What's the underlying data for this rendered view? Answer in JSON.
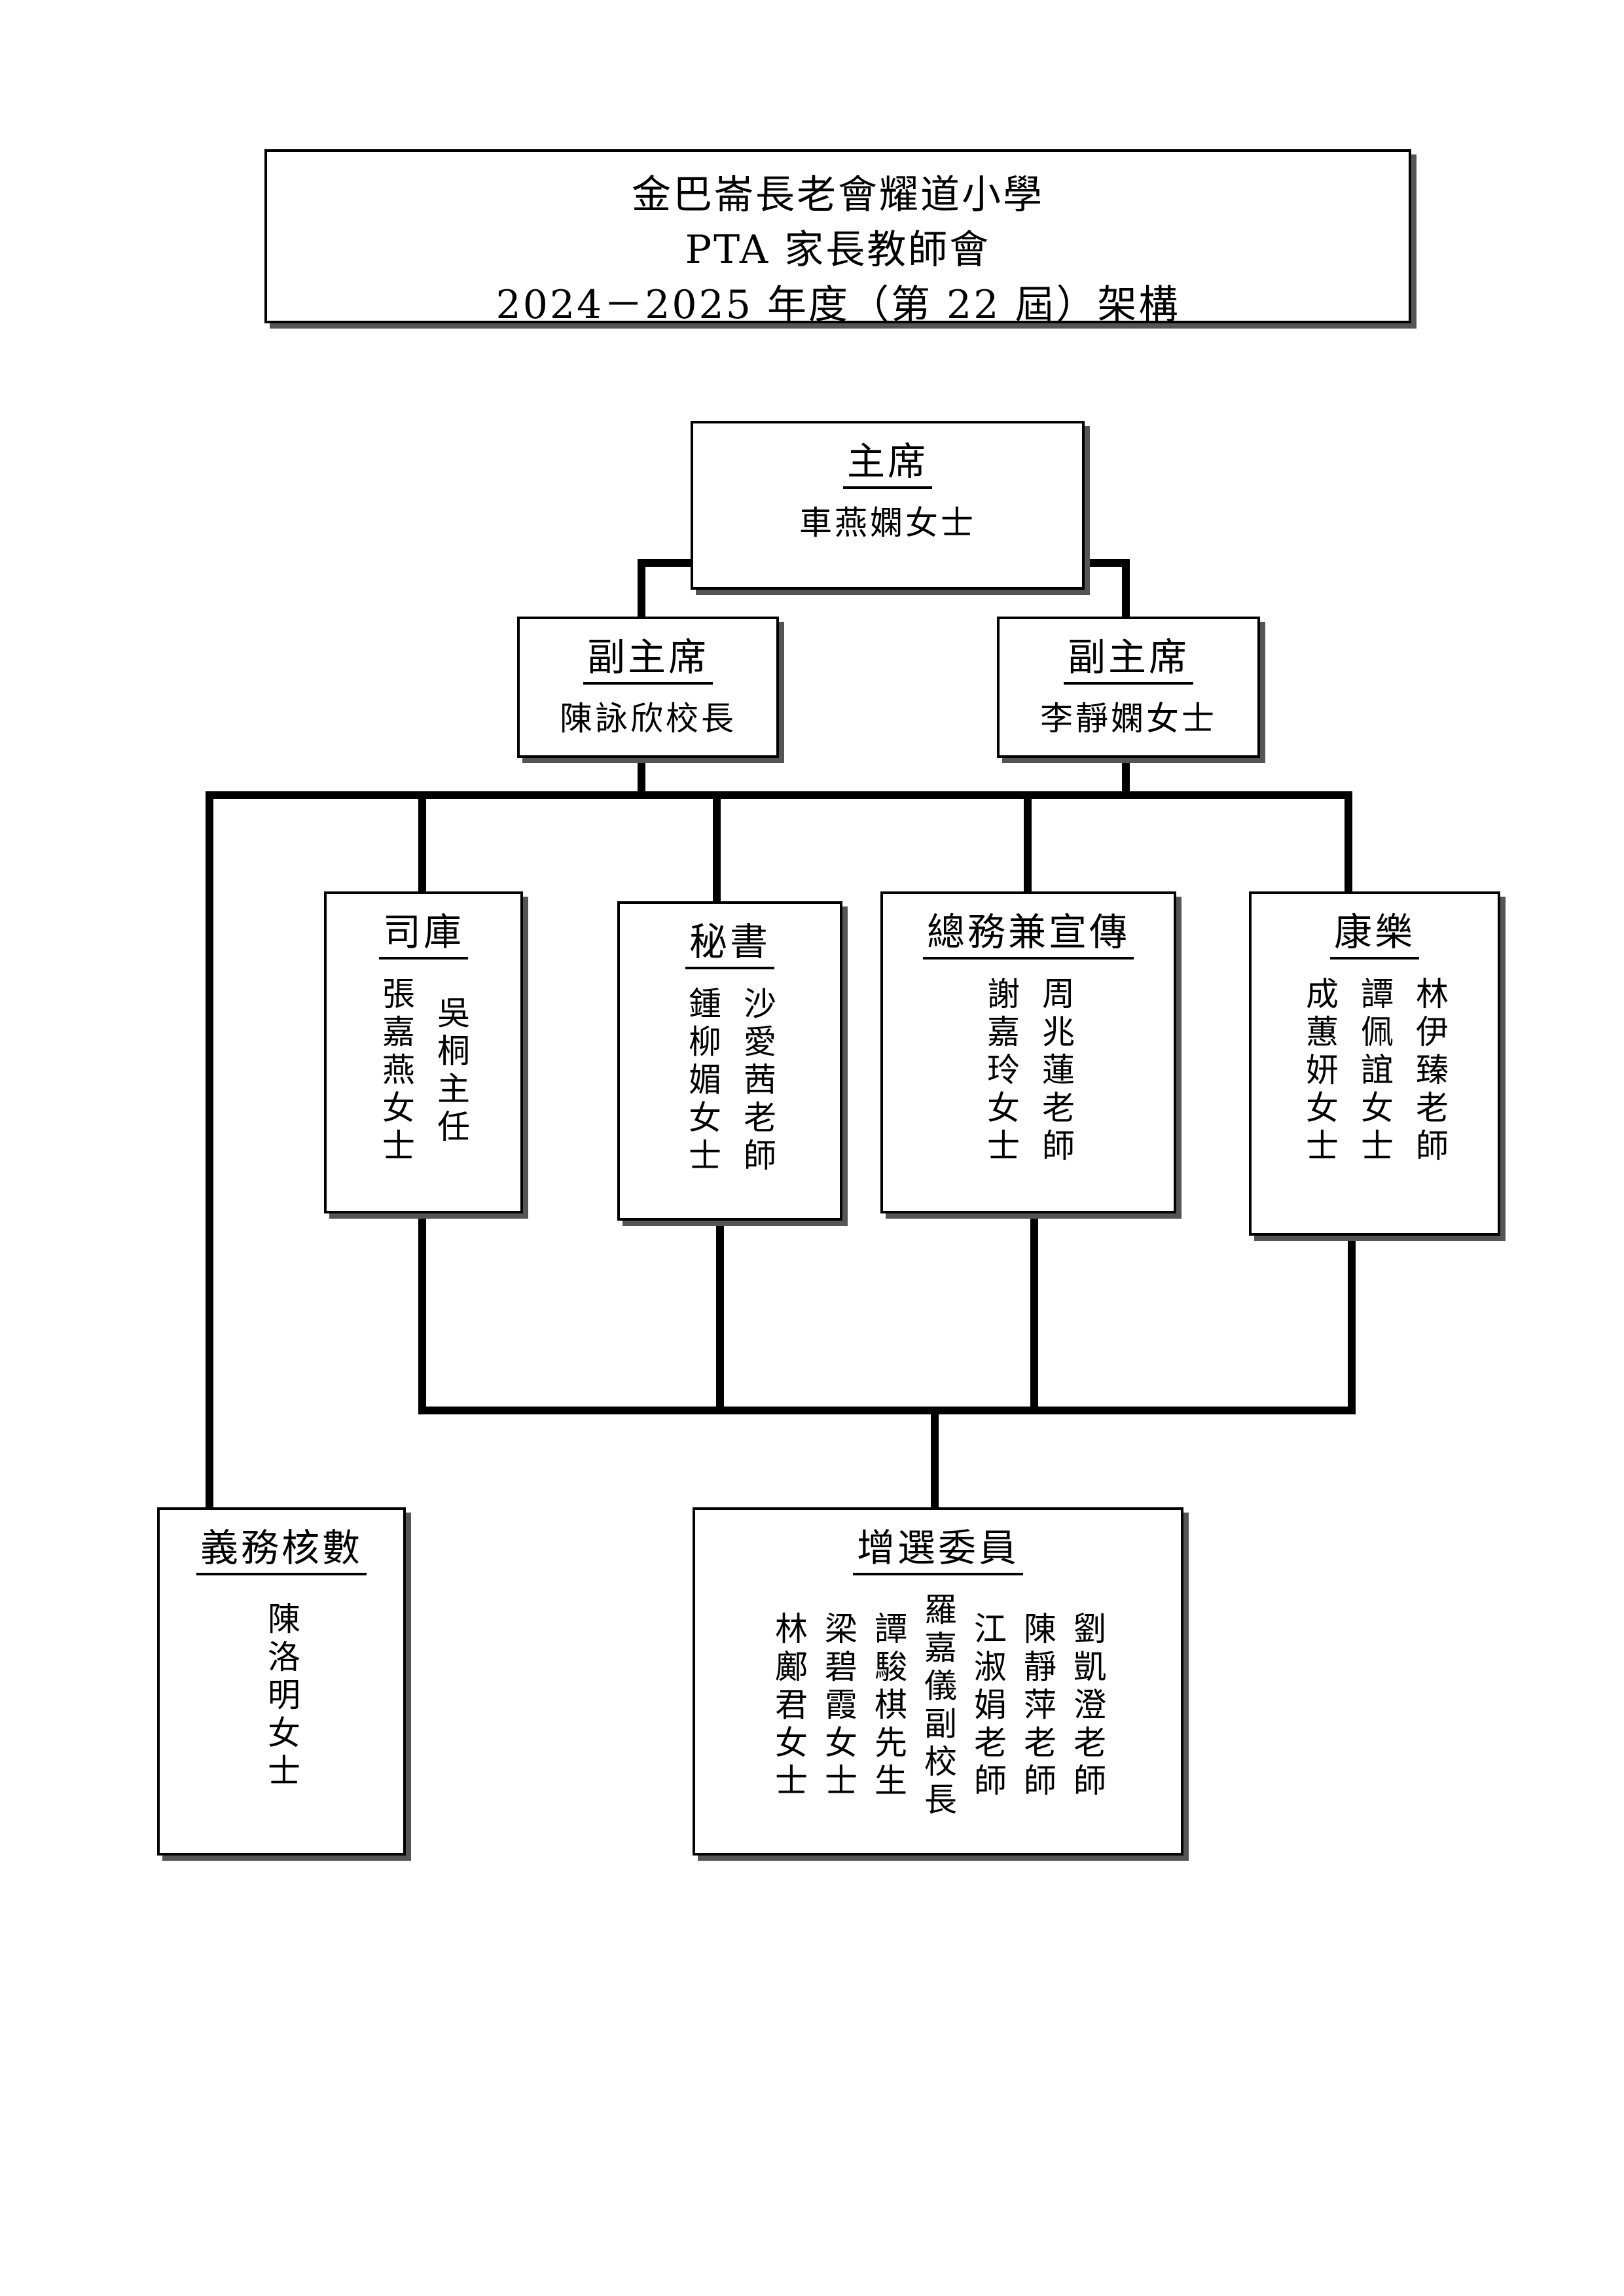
{
  "header": {
    "line1": "金巴崙長老會耀道小學",
    "line2": "PTA 家長教師會",
    "line3": "2024－2025 年度（第 22 屆）架構"
  },
  "chairman": {
    "role": "主席",
    "name": "車燕嫻女士"
  },
  "vice_chair_1": {
    "role": "副主席",
    "name": "陳詠欣校長"
  },
  "vice_chair_2": {
    "role": "副主席",
    "name": "李靜嫻女士"
  },
  "treasurer": {
    "role": "司庫",
    "members": [
      "吳桐主任",
      "張嘉燕女士"
    ]
  },
  "secretary": {
    "role": "秘書",
    "members": [
      "沙愛茜老師",
      "鍾柳媚女士"
    ]
  },
  "general_affairs": {
    "role": "總務兼宣傳",
    "members": [
      "周兆蓮老師",
      "謝嘉玲女士"
    ]
  },
  "recreation": {
    "role": "康樂",
    "members": [
      "林伊臻老師",
      "譚佩誼女士",
      "成蕙妍女士"
    ]
  },
  "auditor": {
    "role": "義務核數",
    "members": [
      "陳洛明女士"
    ]
  },
  "co_opted": {
    "role": "增選委員",
    "members": [
      "劉凱澄老師",
      "陳靜萍老師",
      "江淑娟老師",
      "羅嘉儀副校長",
      "譚駿棋先生",
      "梁碧霞女士",
      "林鄺君女士"
    ]
  }
}
